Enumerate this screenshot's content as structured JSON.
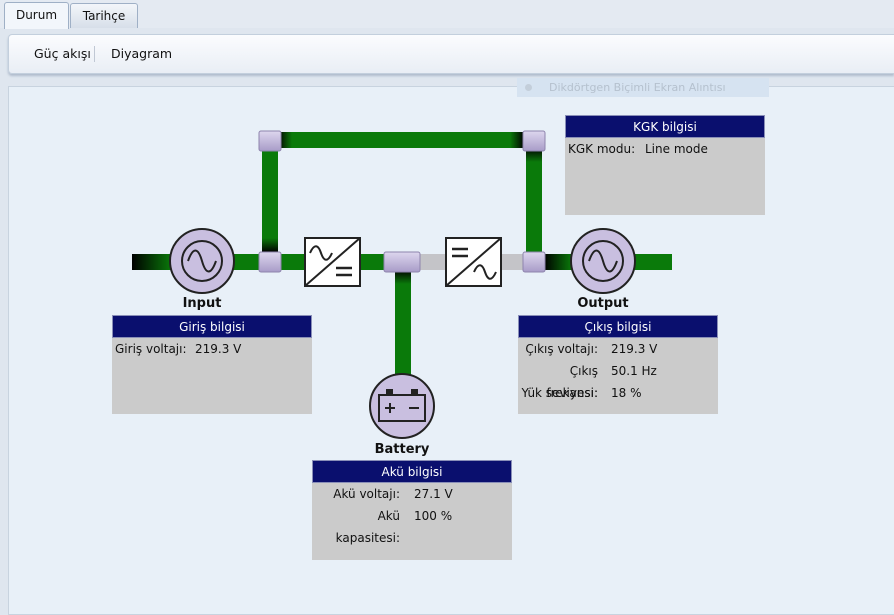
{
  "tabs": [
    {
      "label": "Durum",
      "active": true
    },
    {
      "label": "Tarihçe",
      "active": false
    }
  ],
  "toolbar": {
    "power_flow_label": "Güç akışı",
    "diagram_label": "Diyagram"
  },
  "ghost_tooltip": "Dikdörtgen Biçimli Ekran Alıntısı",
  "diagram": {
    "input_caption": "Input",
    "output_caption": "Output",
    "battery_caption": "Battery",
    "colors": {
      "active_line": "#0a7a0a",
      "idle_line": "#c4c4c8",
      "node": "#c8bee0",
      "header": "#0a0f6e",
      "box": "#cbcbcb"
    }
  },
  "ups_info": {
    "title": "KGK bilgisi",
    "mode_label": "KGK modu:",
    "mode_value": "Line mode"
  },
  "input_info": {
    "title": "Giriş bilgisi",
    "voltage_label": "Giriş voltajı:",
    "voltage_value": "219.3 V"
  },
  "output_info": {
    "title": "Çıkış bilgisi",
    "voltage_label": "Çıkış voltajı:",
    "voltage_value": "219.3 V",
    "frequency_label": "Çıkış frekansı:",
    "frequency_value": "50.1 Hz",
    "load_label": "Yük seviyesi:",
    "load_value": "18 %"
  },
  "battery_info": {
    "title": "Akü bilgisi",
    "voltage_label": "Akü voltajı:",
    "voltage_value": "27.1 V",
    "capacity_label": "Akü kapasitesi:",
    "capacity_value": "100 %"
  }
}
